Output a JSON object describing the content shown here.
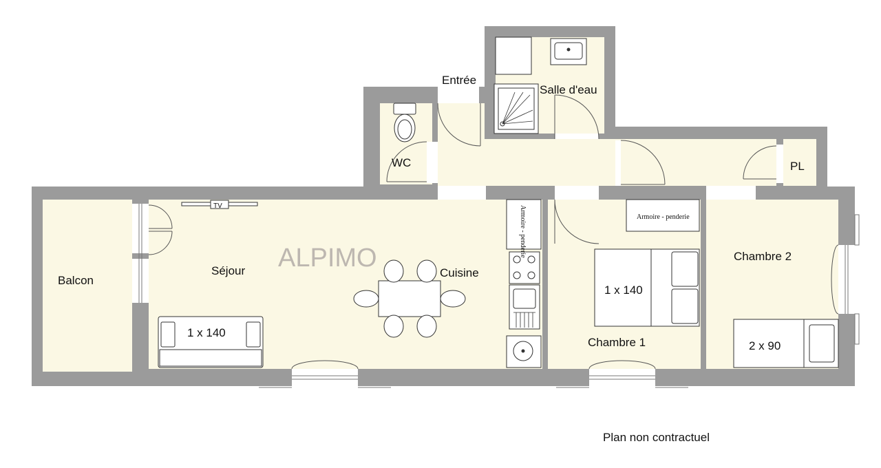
{
  "plan": {
    "watermark": "ALPIMO",
    "note": "Plan non contractuel",
    "colors": {
      "wall": "#9b9b9b",
      "floor": "#fbf8e4",
      "line": "#333333"
    },
    "rooms": {
      "entree": "Entrée",
      "salle_deau": "Salle d'eau",
      "wc": "WC",
      "pl": "PL",
      "balcon": "Balcon",
      "sejour": "Séjour",
      "cuisine": "Cuisine",
      "chambre1": "Chambre 1",
      "chambre2": "Chambre 2"
    },
    "furniture": {
      "tv": "TV",
      "sofa_bed": "1 x 140",
      "bed_chambre1": "1 x 140",
      "bed_chambre2": "2 x 90",
      "wardrobe_kitchen": "Armoire - penderie",
      "wardrobe_chambre1": "Armoire - penderie"
    }
  }
}
